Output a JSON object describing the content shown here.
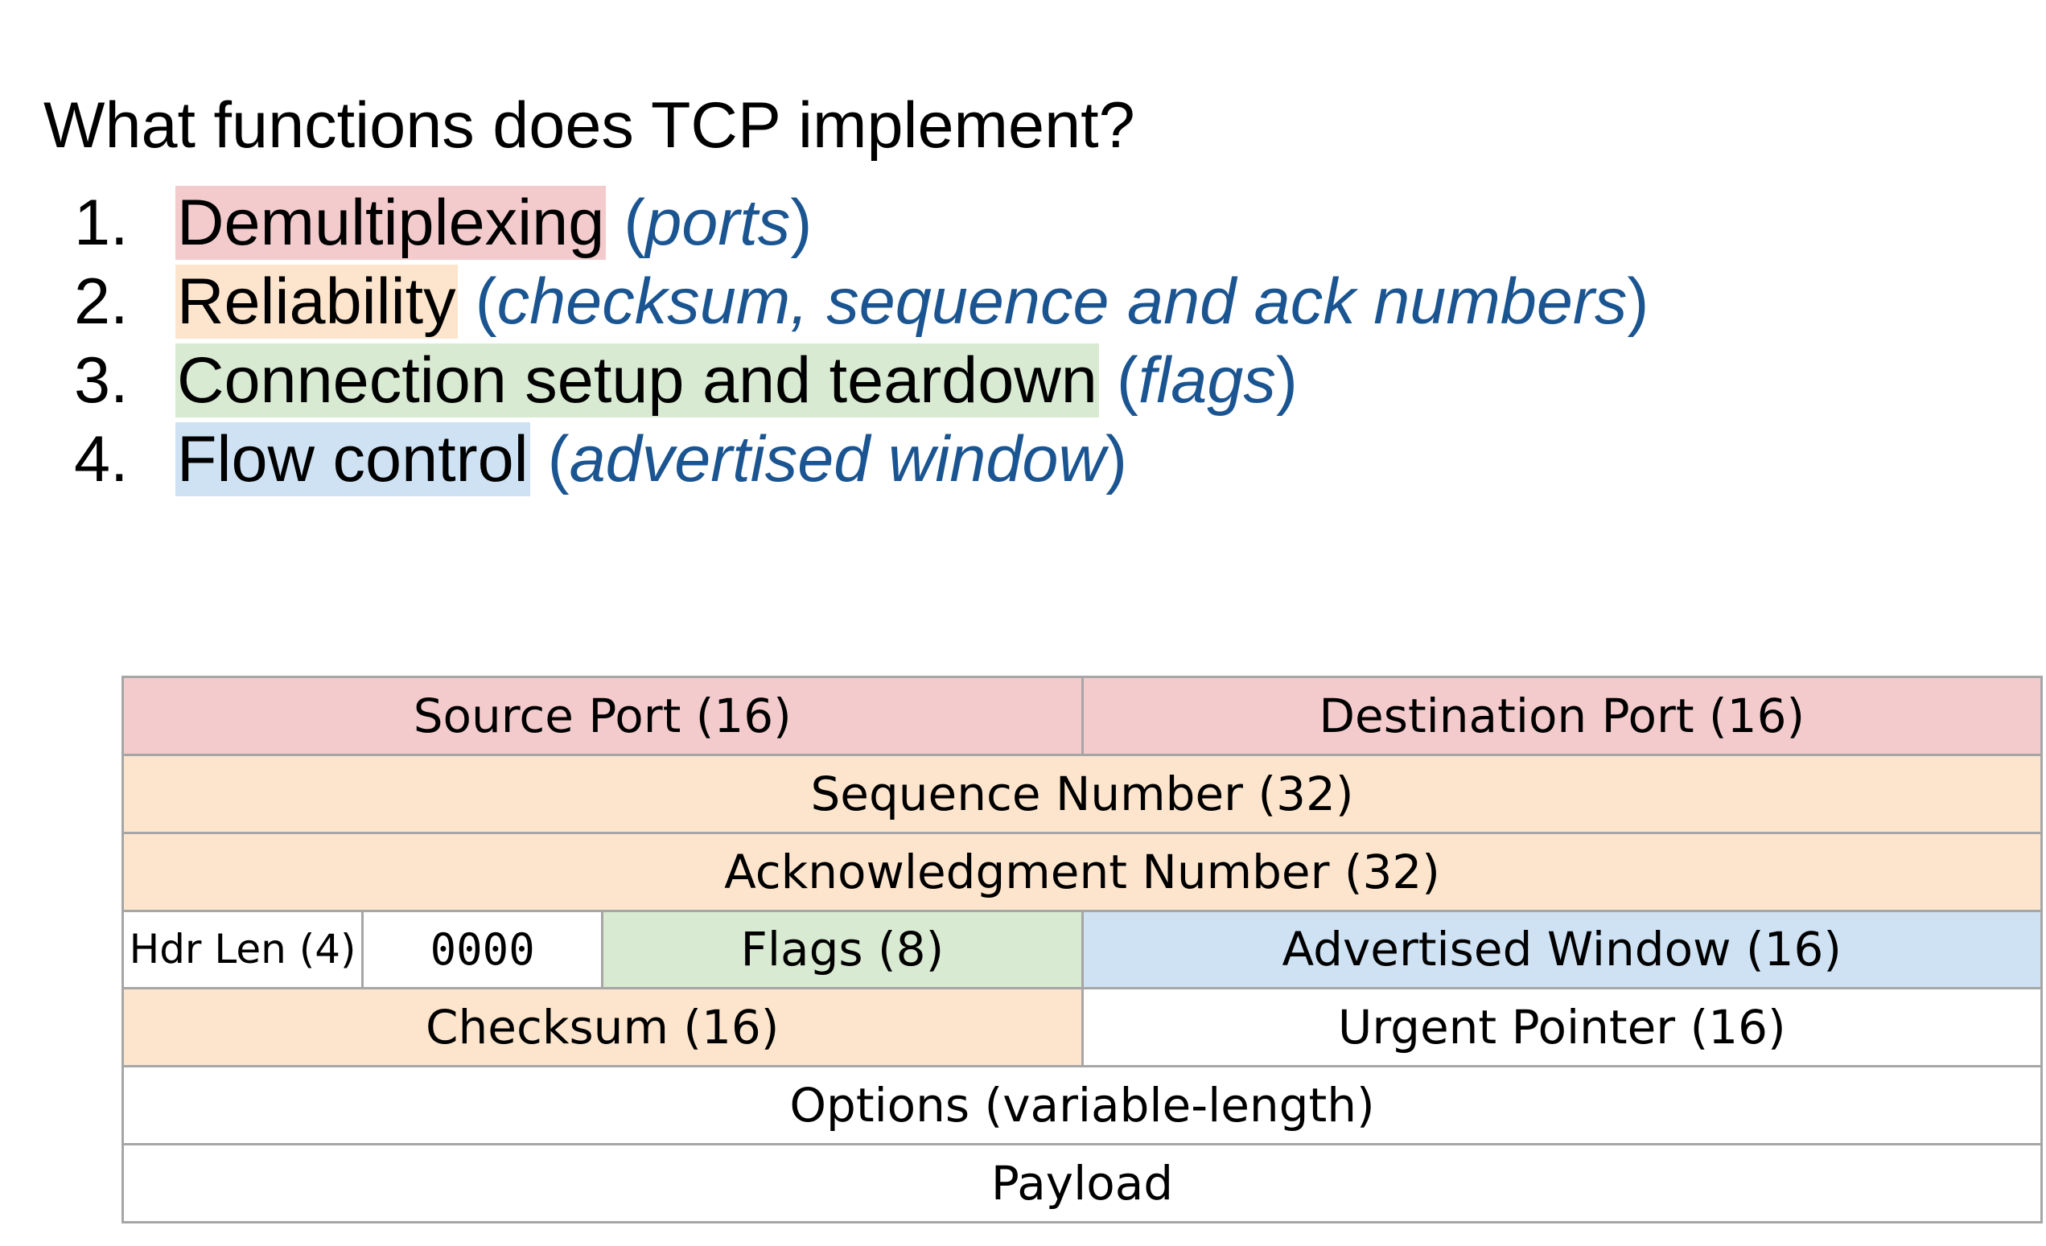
{
  "heading": "What functions does TCP implement?",
  "functions": [
    {
      "number": "1.",
      "name": "Demultiplexing",
      "note_open": "(",
      "note": "ports",
      "note_close": ")",
      "highlight": "#f3cbcc"
    },
    {
      "number": "2.",
      "name": "Reliability",
      "note_open": "(",
      "note": "checksum, sequence and ack numbers",
      "note_close": ")",
      "highlight": "#fde5cd"
    },
    {
      "number": "3.",
      "name": "Connection setup and teardown",
      "note_open": "(",
      "note": "flags",
      "note_close": ")",
      "highlight": "#d9ead3"
    },
    {
      "number": "4.",
      "name": "Flow control",
      "note_open": "(",
      "note": "advertised window",
      "note_close": ")",
      "highlight": "#cfe2f3"
    }
  ],
  "note_color": "#1b5591",
  "tcp_header": {
    "source_port": "Source Port (16)",
    "destination_port": "Destination Port (16)",
    "sequence_number": "Sequence Number (32)",
    "acknowledgment_number": "Acknowledgment Number (32)",
    "header_length": "Hdr Len (4)",
    "reserved": "0000",
    "flags": "Flags (8)",
    "advertised_window": "Advertised Window (16)",
    "checksum": "Checksum (16)",
    "urgent_pointer": "Urgent Pointer (16)",
    "options": "Options (variable-length)",
    "payload": "Payload"
  },
  "colors": {
    "demultiplexing": "#f3cbcc",
    "reliability": "#fde5cd",
    "connection": "#d9ead3",
    "flow_control": "#cfe2f3",
    "border": "#a6a6a6"
  }
}
